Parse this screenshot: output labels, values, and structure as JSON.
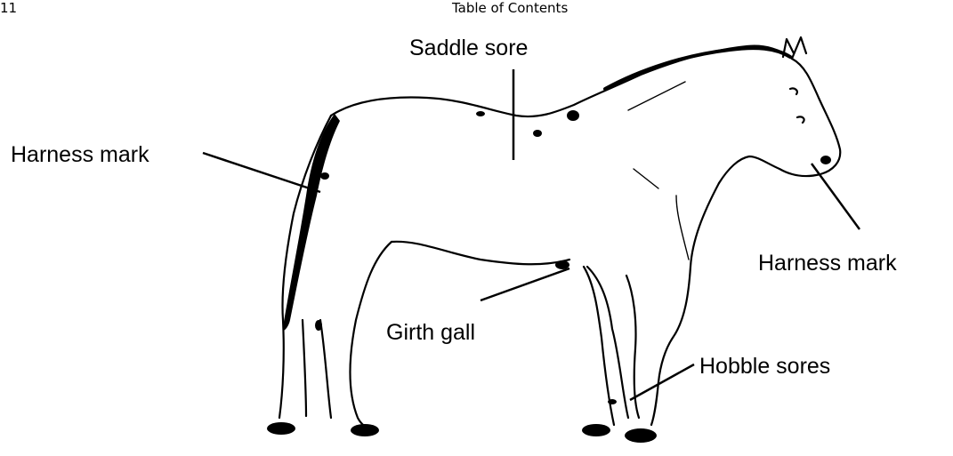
{
  "header": {
    "page_number": "11",
    "toc_link": "Table of Contents"
  },
  "diagram": {
    "labels": {
      "saddle_sore": "Saddle sore",
      "harness_mark_left": "Harness mark",
      "harness_mark_right": "Harness mark",
      "girth_gall": "Girth gall",
      "hobble_sores": "Hobble sores"
    }
  }
}
